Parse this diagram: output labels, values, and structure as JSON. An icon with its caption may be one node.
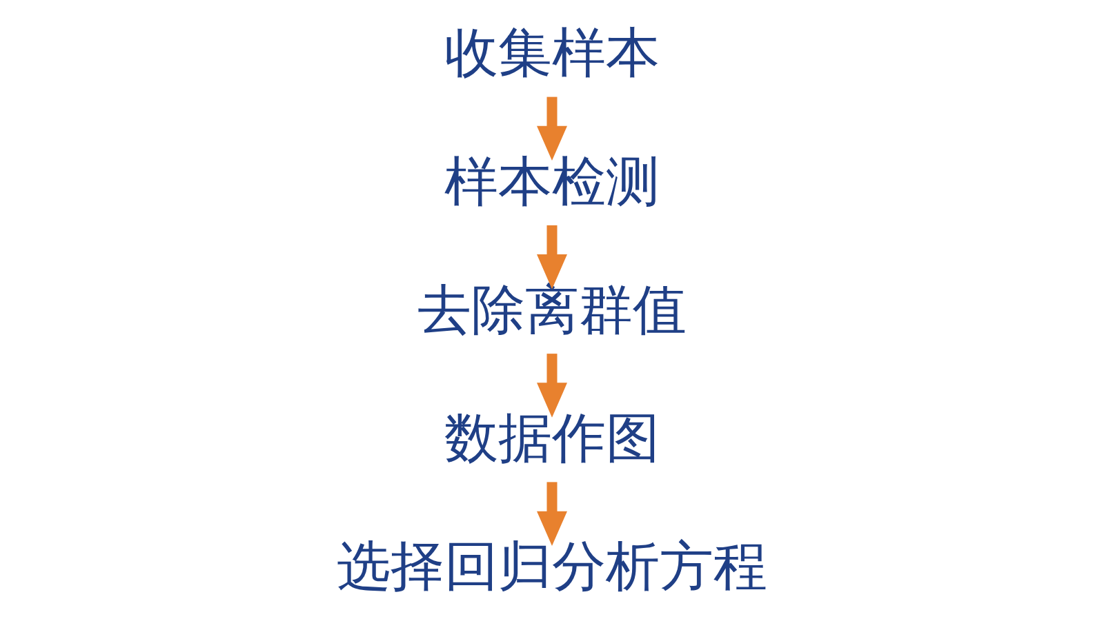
{
  "diagram": {
    "nodes": [
      {
        "text": [
          "收集样本"
        ]
      },
      {
        "text": [
          "样本检测"
        ]
      },
      {
        "text": [
          "去除离群值"
        ]
      },
      {
        "text": [
          "数据作图"
        ]
      },
      {
        "text": [
          "选择回归分析方程"
        ]
      }
    ],
    "edges": [
      {
        "from": 0,
        "to": 1,
        "arrow": "to"
      },
      {
        "from": 1,
        "to": 2,
        "arrow": "to"
      },
      {
        "from": 2,
        "to": 3,
        "arrow": "to"
      },
      {
        "from": 3,
        "to": 4,
        "arrow": "to"
      }
    ]
  }
}
